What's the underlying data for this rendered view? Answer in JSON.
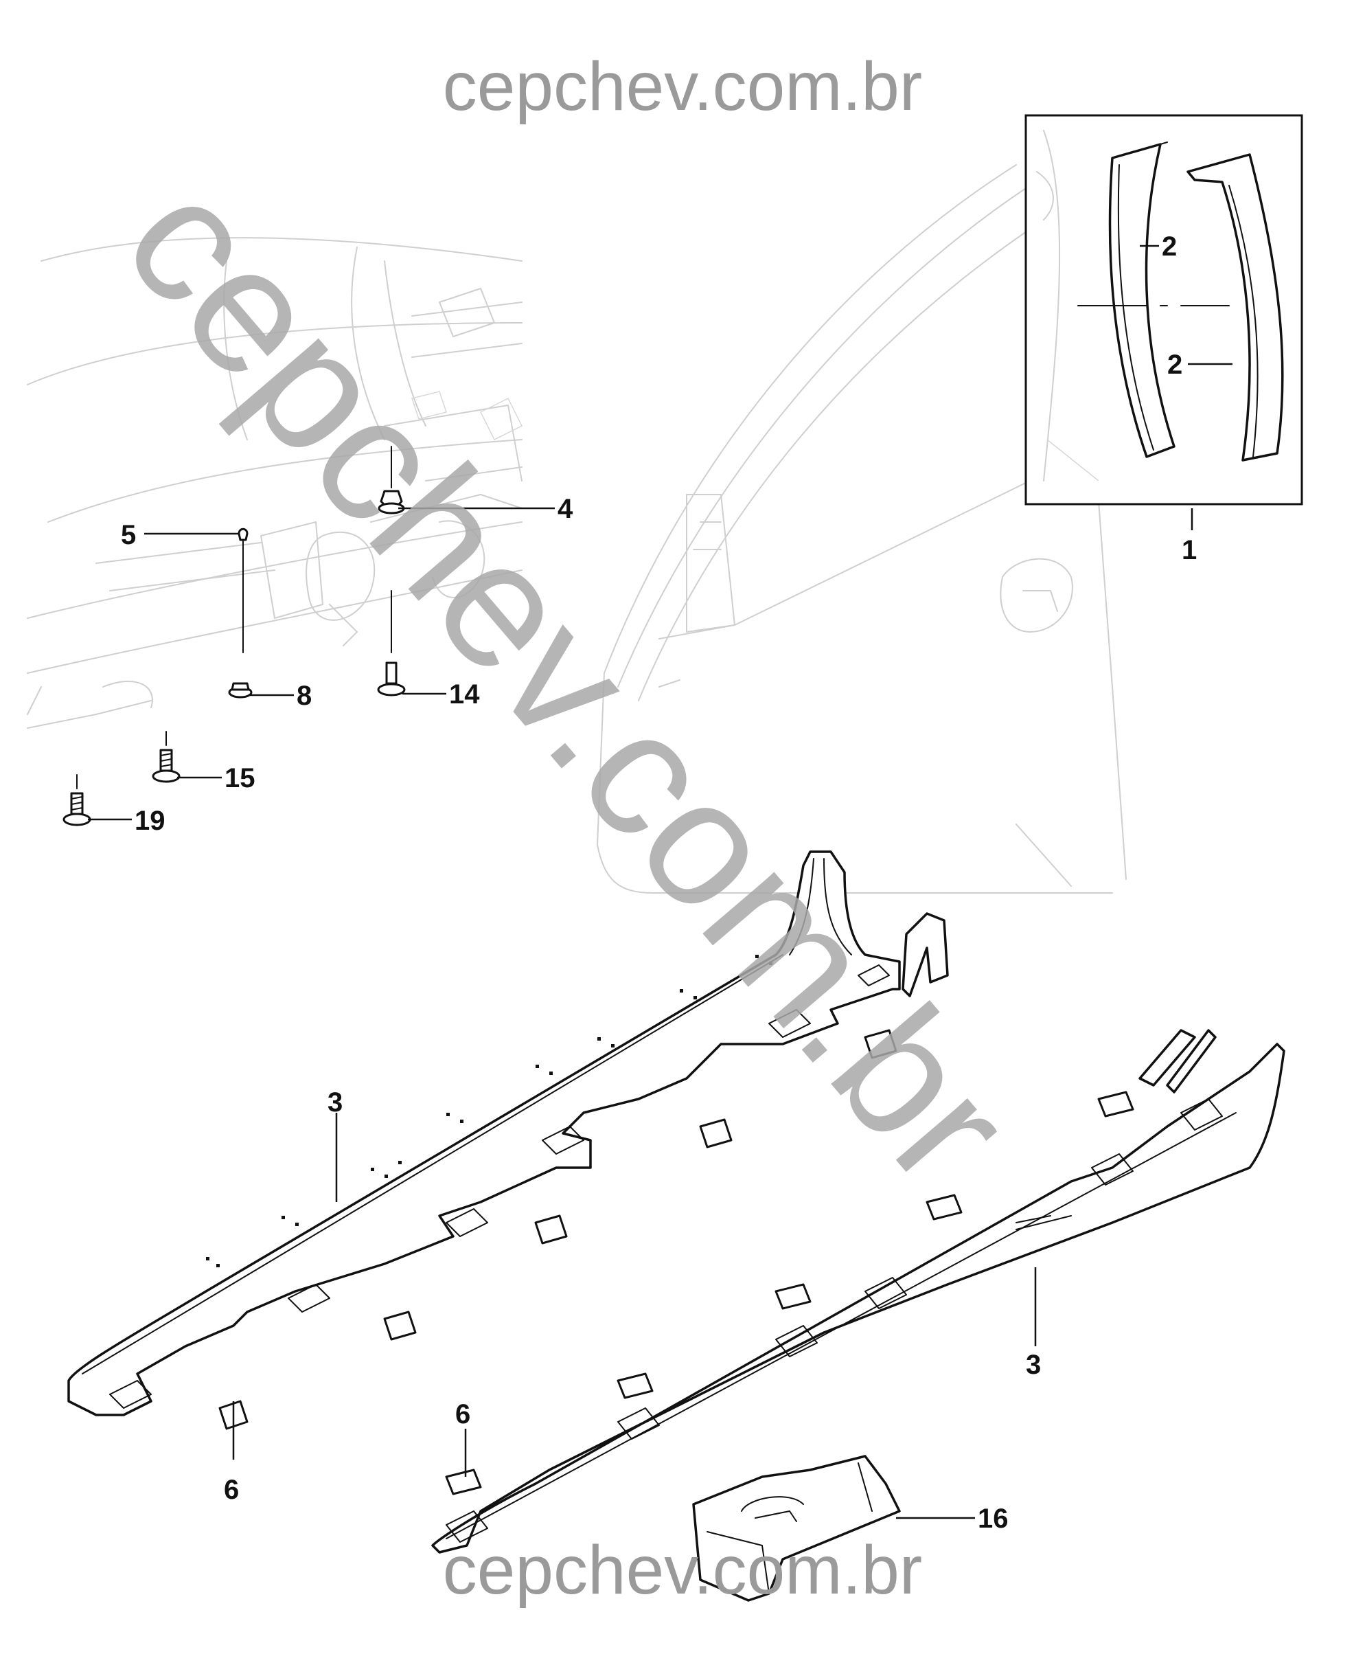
{
  "watermark": {
    "top": "cepchev.com.br",
    "bottom": "cepchev.com.br",
    "diagonal": "cepchev.com.br"
  },
  "callouts": [
    {
      "id": "c1",
      "label": "1"
    },
    {
      "id": "c2a",
      "label": "2"
    },
    {
      "id": "c2b",
      "label": "2"
    },
    {
      "id": "c3a",
      "label": "3"
    },
    {
      "id": "c3b",
      "label": "3"
    },
    {
      "id": "c4",
      "label": "4"
    },
    {
      "id": "c5",
      "label": "5"
    },
    {
      "id": "c6a",
      "label": "6"
    },
    {
      "id": "c6b",
      "label": "6"
    },
    {
      "id": "c8",
      "label": "8"
    },
    {
      "id": "c14",
      "label": "14"
    },
    {
      "id": "c15",
      "label": "15"
    },
    {
      "id": "c16",
      "label": "16"
    },
    {
      "id": "c19",
      "label": "19"
    }
  ]
}
